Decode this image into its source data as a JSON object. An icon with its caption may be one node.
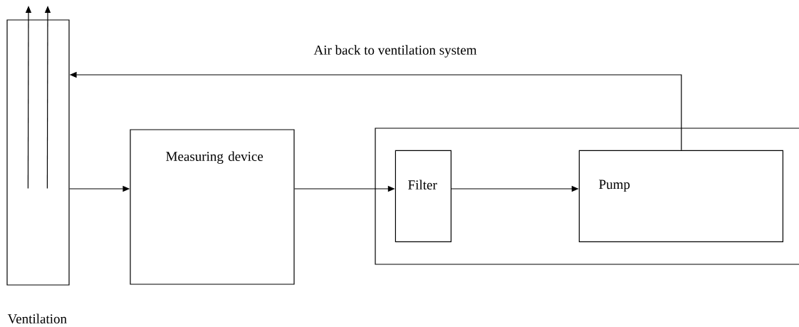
{
  "diagram": {
    "nodes": [
      {
        "text": [
          "Ventilation"
        ]
      },
      {
        "text": [
          "Measuring device"
        ]
      },
      {
        "text": [],
        "shape": "box"
      },
      {
        "text": [
          "Filter"
        ],
        "in": 2
      },
      {
        "text": [
          "Pump"
        ],
        "in": 2
      }
    ],
    "edges": [
      {
        "from": 0,
        "to": 1,
        "arrow": "to"
      },
      {
        "from": 1,
        "to": 3,
        "arrow": "to"
      },
      {
        "from": 3,
        "to": 4,
        "arrow": "to"
      },
      {
        "from": 4,
        "to": 0,
        "arrow": "to",
        "label": "Air back to ventilation system"
      },
      {
        "from": 0,
        "to": null,
        "arrow": "to"
      },
      {
        "from": 0,
        "to": null,
        "arrow": "to"
      }
    ]
  }
}
